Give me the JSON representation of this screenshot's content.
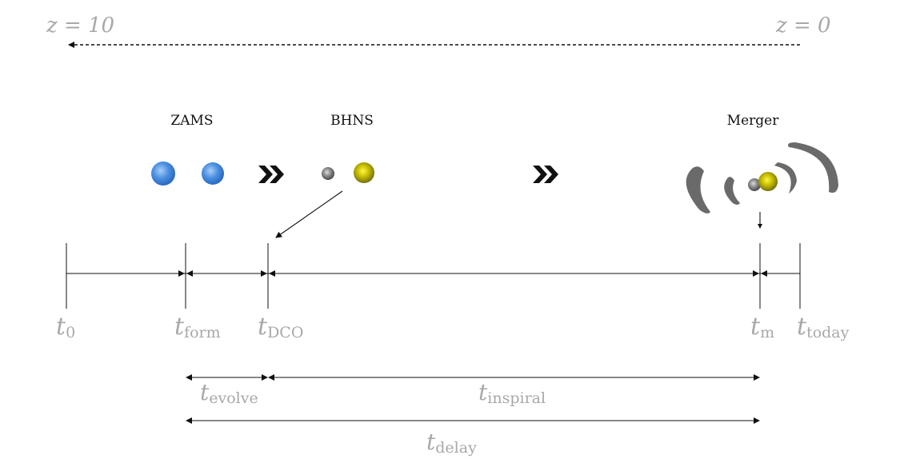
{
  "redshift": {
    "start": "z = 10",
    "end": "z = 0"
  },
  "stages": {
    "zams": "ZAMS",
    "bhns": "BHNS",
    "merger": "Merger"
  },
  "times": [
    {
      "main": "t",
      "sub": "0"
    },
    {
      "main": "t",
      "sub": "form"
    },
    {
      "main": "t",
      "sub": "DCO"
    },
    {
      "main": "t",
      "sub": "m"
    },
    {
      "main": "t",
      "sub": "today"
    }
  ],
  "intervals": {
    "evolve": {
      "main": "t",
      "sub": "evolve"
    },
    "inspiral": {
      "main": "t",
      "sub": "inspiral"
    },
    "delay": {
      "main": "t",
      "sub": "delay"
    }
  },
  "colors": {
    "star_blue": "#4a8fe0",
    "star_yellow": "#b8b000",
    "remnant_grey": "#7a7a7a",
    "wave_grey": "#666666",
    "label_grey": "#a8a8a8"
  }
}
